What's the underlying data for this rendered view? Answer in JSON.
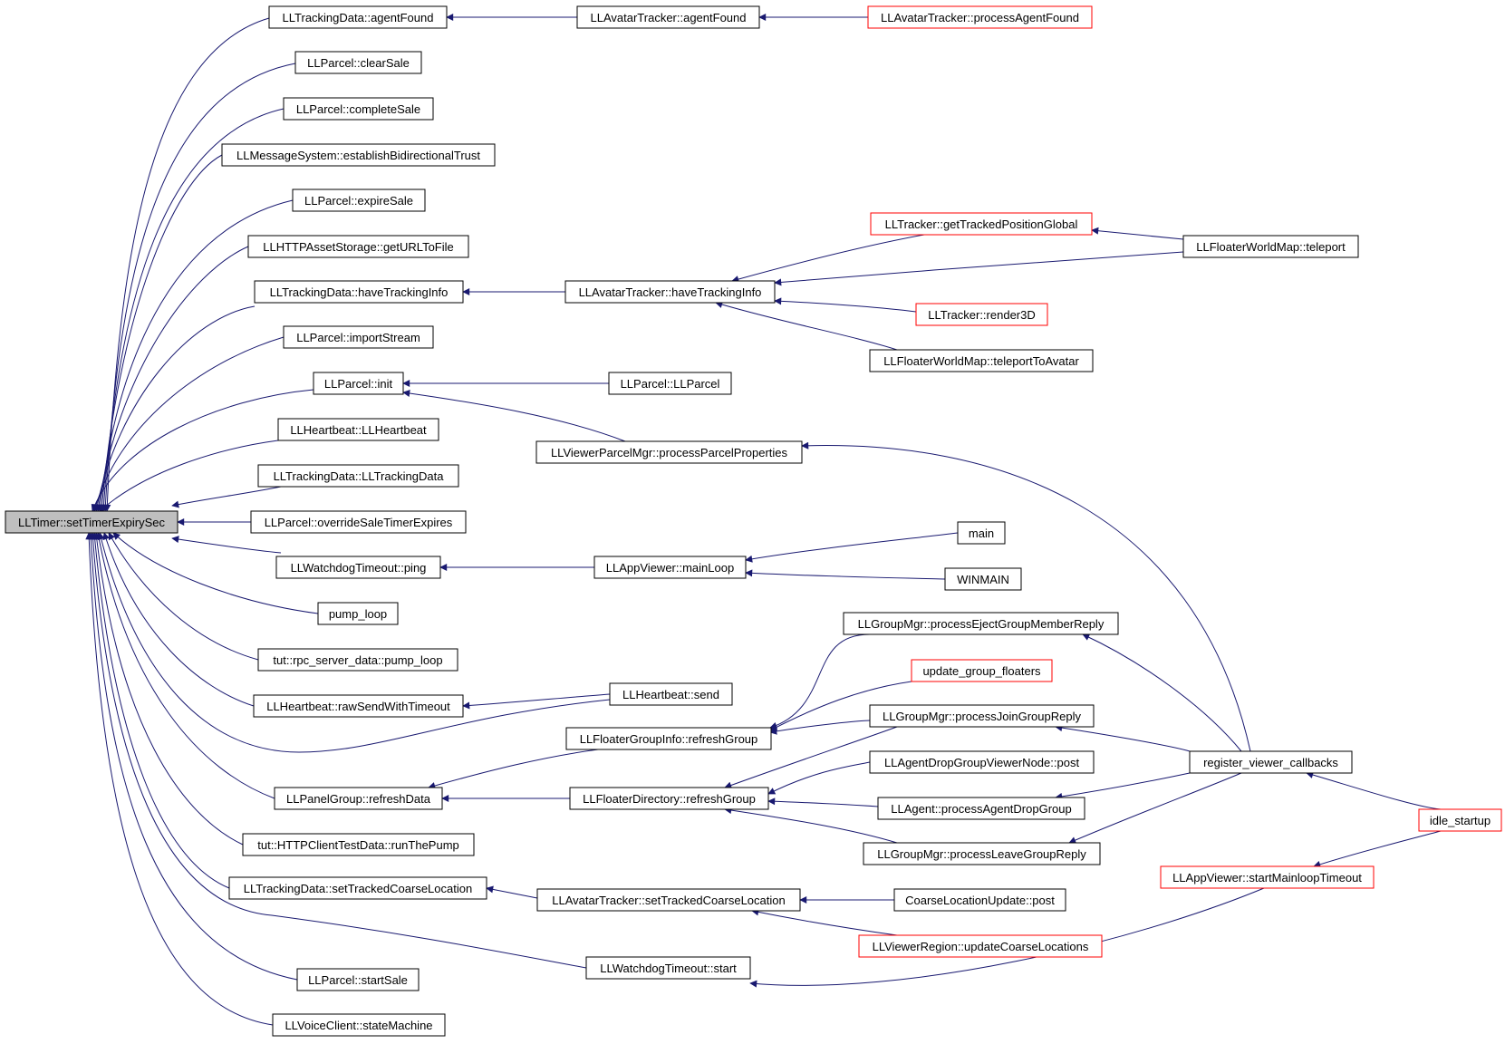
{
  "colors": {
    "edge": "#191970",
    "node_border": "#000000",
    "node_border_highlight": "#ff0000",
    "root_fill": "#bfbfbf",
    "node_fill": "#ffffff"
  },
  "nodes": [
    {
      "id": "root",
      "label": "LLTimer::setTimerExpirySec",
      "style": "root"
    },
    {
      "id": "td_agentFound",
      "label": "LLTrackingData::agentFound",
      "style": "normal"
    },
    {
      "id": "at_agentFound",
      "label": "LLAvatarTracker::agentFound",
      "style": "normal"
    },
    {
      "id": "at_processAgentFound",
      "label": "LLAvatarTracker::processAgentFound",
      "style": "red"
    },
    {
      "id": "p_clearSale",
      "label": "LLParcel::clearSale",
      "style": "normal"
    },
    {
      "id": "p_completeSale",
      "label": "LLParcel::completeSale",
      "style": "normal"
    },
    {
      "id": "ms_establish",
      "label": "LLMessageSystem::establishBidirectionalTrust",
      "style": "normal"
    },
    {
      "id": "p_expireSale",
      "label": "LLParcel::expireSale",
      "style": "normal"
    },
    {
      "id": "has_getURL",
      "label": "LLHTTPAssetStorage::getURLToFile",
      "style": "normal"
    },
    {
      "id": "td_haveTracking",
      "label": "LLTrackingData::haveTrackingInfo",
      "style": "normal"
    },
    {
      "id": "at_haveTracking",
      "label": "LLAvatarTracker::haveTrackingInfo",
      "style": "normal"
    },
    {
      "id": "tr_getTracked",
      "label": "LLTracker::getTrackedPositionGlobal",
      "style": "red"
    },
    {
      "id": "fwm_teleport",
      "label": "LLFloaterWorldMap::teleport",
      "style": "normal"
    },
    {
      "id": "tr_render3D",
      "label": "LLTracker::render3D",
      "style": "red"
    },
    {
      "id": "fwm_teleportToAvatar",
      "label": "LLFloaterWorldMap::teleportToAvatar",
      "style": "normal"
    },
    {
      "id": "p_importStream",
      "label": "LLParcel::importStream",
      "style": "normal"
    },
    {
      "id": "p_init",
      "label": "LLParcel::init",
      "style": "normal"
    },
    {
      "id": "p_LLParcel",
      "label": "LLParcel::LLParcel",
      "style": "normal"
    },
    {
      "id": "vpm_processParcel",
      "label": "LLViewerParcelMgr::processParcelProperties",
      "style": "normal"
    },
    {
      "id": "hb_LLHeartbeat",
      "label": "LLHeartbeat::LLHeartbeat",
      "style": "normal"
    },
    {
      "id": "td_LLTrackingData",
      "label": "LLTrackingData::LLTrackingData",
      "style": "normal"
    },
    {
      "id": "p_override",
      "label": "LLParcel::overrideSaleTimerExpires",
      "style": "normal"
    },
    {
      "id": "wt_ping",
      "label": "LLWatchdogTimeout::ping",
      "style": "normal"
    },
    {
      "id": "av_mainLoop",
      "label": "LLAppViewer::mainLoop",
      "style": "normal"
    },
    {
      "id": "main",
      "label": "main",
      "style": "normal"
    },
    {
      "id": "winmain",
      "label": "WINMAIN",
      "style": "normal"
    },
    {
      "id": "pump_loop",
      "label": "pump_loop",
      "style": "normal"
    },
    {
      "id": "tut_pump",
      "label": "tut::rpc_server_data::pump_loop",
      "style": "normal"
    },
    {
      "id": "gm_eject",
      "label": "LLGroupMgr::processEjectGroupMemberReply",
      "style": "normal"
    },
    {
      "id": "ugf",
      "label": "update_group_floaters",
      "style": "red"
    },
    {
      "id": "hb_rawSend",
      "label": "LLHeartbeat::rawSendWithTimeout",
      "style": "normal"
    },
    {
      "id": "hb_send",
      "label": "LLHeartbeat::send",
      "style": "normal"
    },
    {
      "id": "gm_join",
      "label": "LLGroupMgr::processJoinGroupReply",
      "style": "normal"
    },
    {
      "id": "fgi_refresh",
      "label": "LLFloaterGroupInfo::refreshGroup",
      "style": "normal"
    },
    {
      "id": "adgvn_post",
      "label": "LLAgentDropGroupViewerNode::post",
      "style": "normal"
    },
    {
      "id": "rvc",
      "label": "register_viewer_callbacks",
      "style": "normal"
    },
    {
      "id": "pg_refreshData",
      "label": "LLPanelGroup::refreshData",
      "style": "normal"
    },
    {
      "id": "fd_refresh",
      "label": "LLFloaterDirectory::refreshGroup",
      "style": "normal"
    },
    {
      "id": "ag_drop",
      "label": "LLAgent::processAgentDropGroup",
      "style": "normal"
    },
    {
      "id": "idle_startup",
      "label": "idle_startup",
      "style": "red"
    },
    {
      "id": "tut_http",
      "label": "tut::HTTPClientTestData::runThePump",
      "style": "normal"
    },
    {
      "id": "gm_leave",
      "label": "LLGroupMgr::processLeaveGroupReply",
      "style": "normal"
    },
    {
      "id": "av_startMainloop",
      "label": "LLAppViewer::startMainloopTimeout",
      "style": "red"
    },
    {
      "id": "td_setCoarse",
      "label": "LLTrackingData::setTrackedCoarseLocation",
      "style": "normal"
    },
    {
      "id": "at_setCoarse",
      "label": "LLAvatarTracker::setTrackedCoarseLocation",
      "style": "normal"
    },
    {
      "id": "clu_post",
      "label": "CoarseLocationUpdate::post",
      "style": "normal"
    },
    {
      "id": "vr_update",
      "label": "LLViewerRegion::updateCoarseLocations",
      "style": "red"
    },
    {
      "id": "wt_start",
      "label": "LLWatchdogTimeout::start",
      "style": "normal"
    },
    {
      "id": "p_startSale",
      "label": "LLParcel::startSale",
      "style": "normal"
    },
    {
      "id": "vc_state",
      "label": "LLVoiceClient::stateMachine",
      "style": "normal"
    }
  ]
}
